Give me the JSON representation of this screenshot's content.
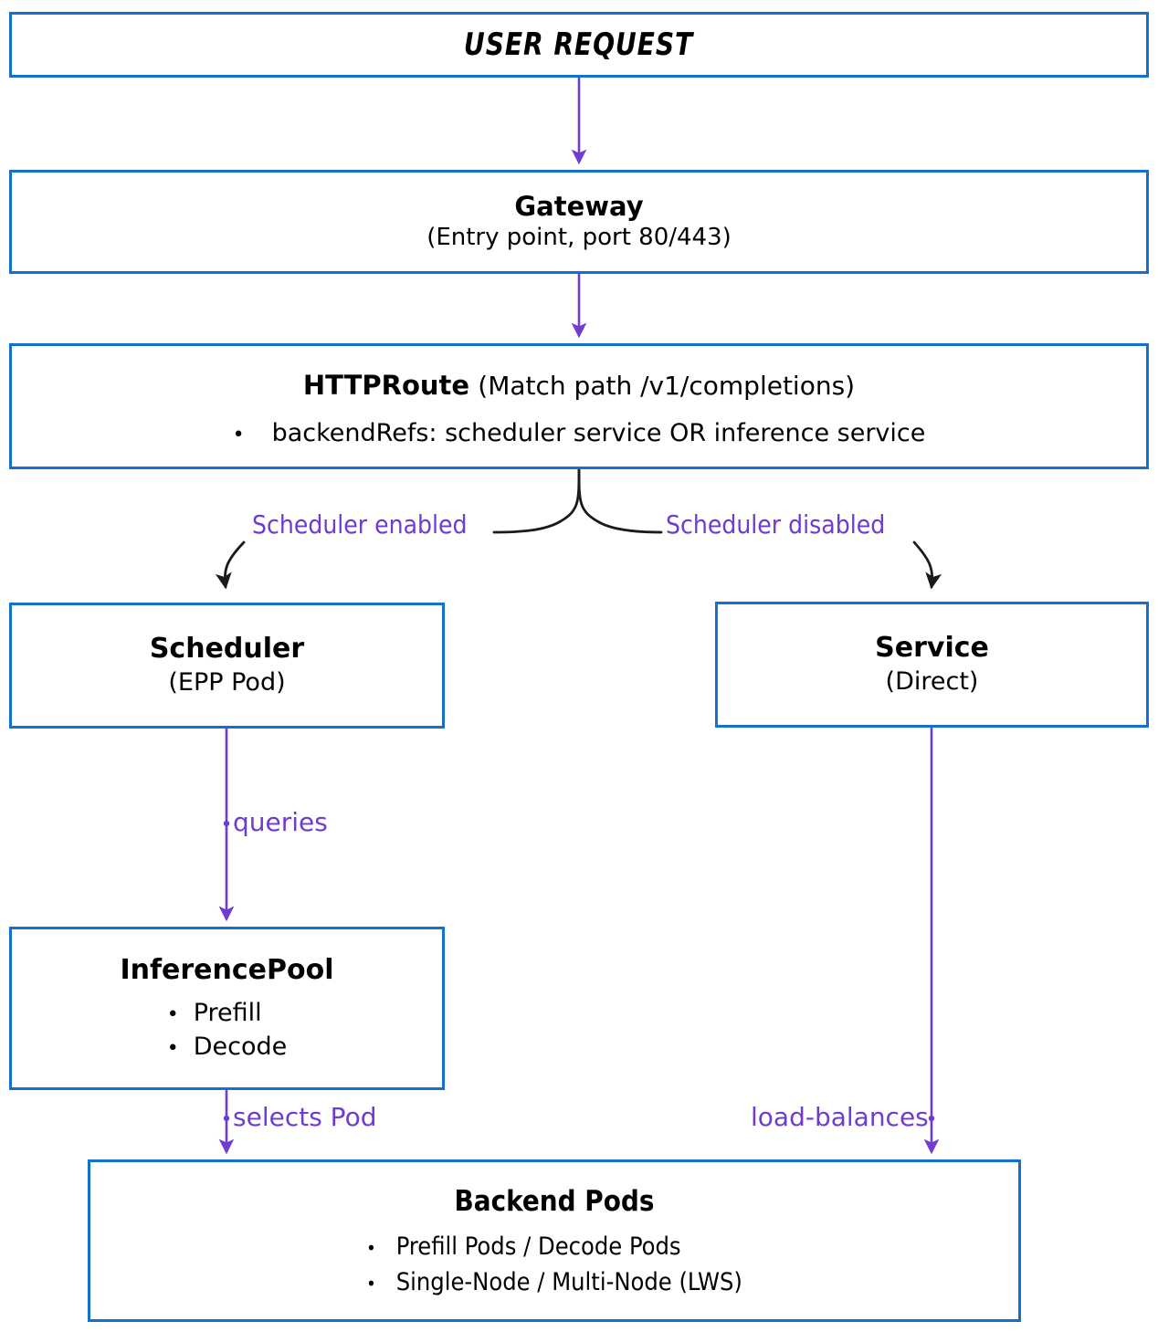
{
  "diagram": {
    "title": "Gateway inference request routing flow",
    "colors": {
      "box_border": "#1370ce",
      "arrow_purple": "#6f3bd0",
      "curve_black": "#1a1a1a",
      "text": "#000000",
      "background": "#ffffff"
    }
  },
  "nodes": {
    "user_request": {
      "title": "USER REQUEST"
    },
    "gateway": {
      "title": "Gateway",
      "subtitle": "(Entry point, port 80/443)"
    },
    "httproute": {
      "title": "HTTPRoute",
      "title_suffix": "(Match path /v1/completions)",
      "bullet_marker": "•",
      "bullets": [
        "backendRefs: scheduler service OR inference service"
      ]
    },
    "scheduler": {
      "title": "Scheduler",
      "subtitle": "(EPP Pod)"
    },
    "service": {
      "title": "Service",
      "subtitle": "(Direct)"
    },
    "inferencepool": {
      "title": "InferencePool",
      "bullet_marker": "•",
      "bullets": [
        "Prefill",
        "Decode"
      ]
    },
    "backend_pods": {
      "title": "Backend Pods",
      "bullet_marker": "•",
      "bullets": [
        "Prefill Pods / Decode Pods",
        "Single-Node / Multi-Node (LWS)"
      ]
    }
  },
  "edges": {
    "user_request_to_gateway": {
      "label": ""
    },
    "gateway_to_httproute": {
      "label": ""
    },
    "httproute_to_scheduler": {
      "label": "Scheduler enabled"
    },
    "httproute_to_service": {
      "label": "Scheduler disabled"
    },
    "scheduler_to_inferencepool": {
      "label": "queries"
    },
    "inferencepool_to_backend": {
      "label": "selects Pod"
    },
    "service_to_backend": {
      "label": "load-balances"
    }
  }
}
